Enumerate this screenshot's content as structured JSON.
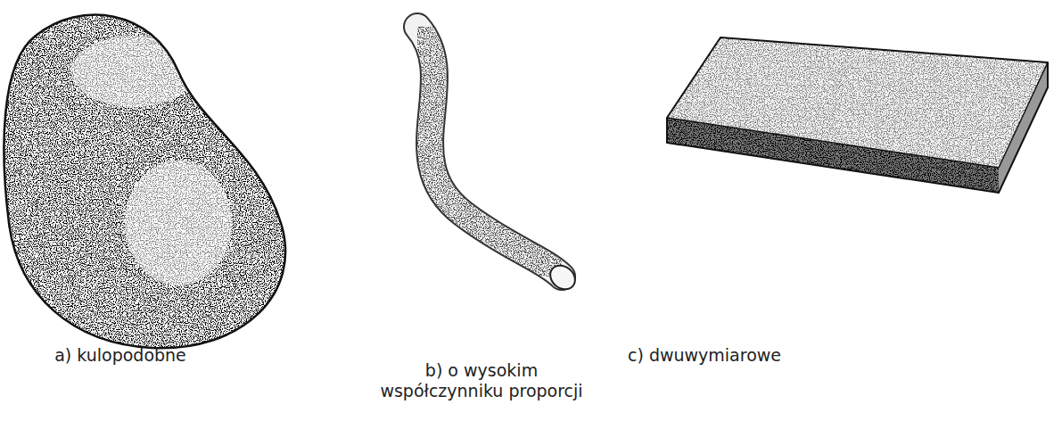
{
  "diagram": {
    "labels": [
      "a) kulopodobne",
      "b) o wysokim współczynniku proporcji",
      "c) dwuwymiarowe"
    ]
  }
}
